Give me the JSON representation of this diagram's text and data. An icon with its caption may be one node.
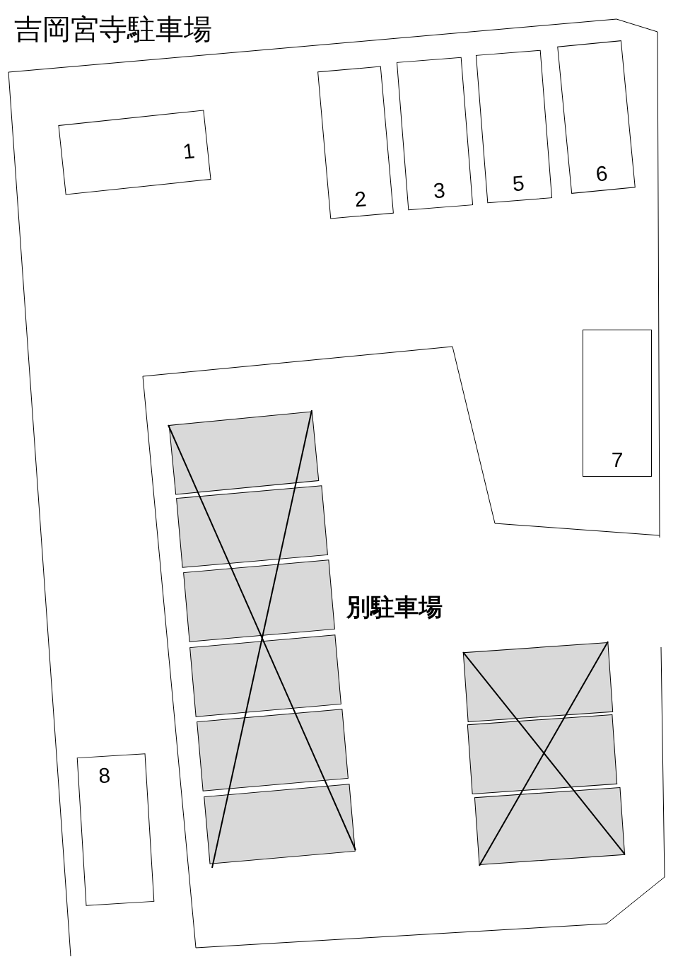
{
  "diagram": {
    "title": "吉岡宮寺駐車場",
    "nodes": [
      {
        "text": [
          "1"
        ]
      },
      {
        "text": [
          "2"
        ]
      },
      {
        "text": [
          "3"
        ]
      },
      {
        "text": [
          "5"
        ]
      },
      {
        "text": [
          "6"
        ]
      },
      {
        "text": [
          "7"
        ]
      },
      {
        "text": [
          "8"
        ]
      },
      {
        "text": [],
        "shape": "box"
      },
      {
        "text": [],
        "shape": "box"
      },
      {
        "text": [],
        "shape": "box"
      },
      {
        "text": [],
        "shape": "box"
      },
      {
        "text": [],
        "shape": "box"
      },
      {
        "text": [],
        "shape": "box"
      },
      {
        "text": [],
        "shape": "box"
      },
      {
        "text": [],
        "shape": "box"
      },
      {
        "text": [],
        "shape": "box"
      }
    ],
    "labels": [
      "別駐車場"
    ]
  }
}
